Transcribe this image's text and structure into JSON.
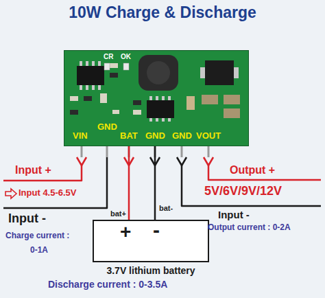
{
  "diagram": {
    "title": "10W Charge & Discharge",
    "nodes": [
      {
        "text": [
          "CR",
          "OK",
          "VIN",
          "GND",
          "BAT",
          "GND",
          "GND",
          "VOUT"
        ]
      },
      {
        "text": [
          "+",
          "-",
          "3.7V lithium battery"
        ]
      }
    ],
    "edges": [
      {
        "from": 0,
        "to": 1,
        "arrow": "none",
        "label": "bat+"
      },
      {
        "from": 0,
        "to": 1,
        "arrow": "none",
        "label": "bat-"
      }
    ],
    "labels": [
      "Input +",
      "Input 4.5-6.5V",
      "Input -",
      "Charge current :",
      "0-1A",
      "Output +",
      "5V/6V/9V/12V",
      "Input -",
      "Output current : 0-2A",
      "Discharge current : 0-3.5A"
    ]
  }
}
